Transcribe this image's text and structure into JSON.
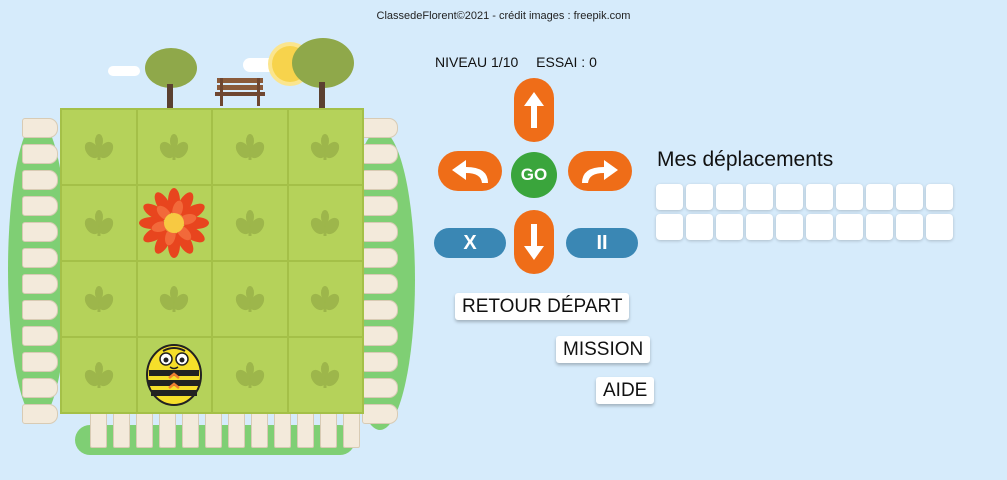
{
  "credit": "ClassedeFlorent©2021 - crédit images : freepik.com",
  "status": {
    "level": "NIVEAU 1/10",
    "attempt": "ESSAI : 0"
  },
  "controls": {
    "go_label": "GO",
    "clear_label": "X",
    "pause_label": "II"
  },
  "moves": {
    "title": "Mes déplacements",
    "slots_filled": 0,
    "slot_count": 20
  },
  "actions": {
    "return_start": "RETOUR DÉPART",
    "mission": "MISSION",
    "help": "AIDE"
  },
  "board": {
    "rows": 4,
    "cols": 4,
    "flower_position": {
      "row": 2,
      "col": 2
    },
    "bee_position": {
      "row": 4,
      "col": 2
    }
  },
  "colors": {
    "orange": "#ef6d18",
    "green": "#3aa53c",
    "blue": "#3a87b4",
    "grass": "#b5d25a"
  },
  "icons": [
    "arrow-up-icon",
    "arrow-down-icon",
    "turn-left-icon",
    "turn-right-icon",
    "flower-icon",
    "bee-robot-icon",
    "sprout-icon"
  ]
}
